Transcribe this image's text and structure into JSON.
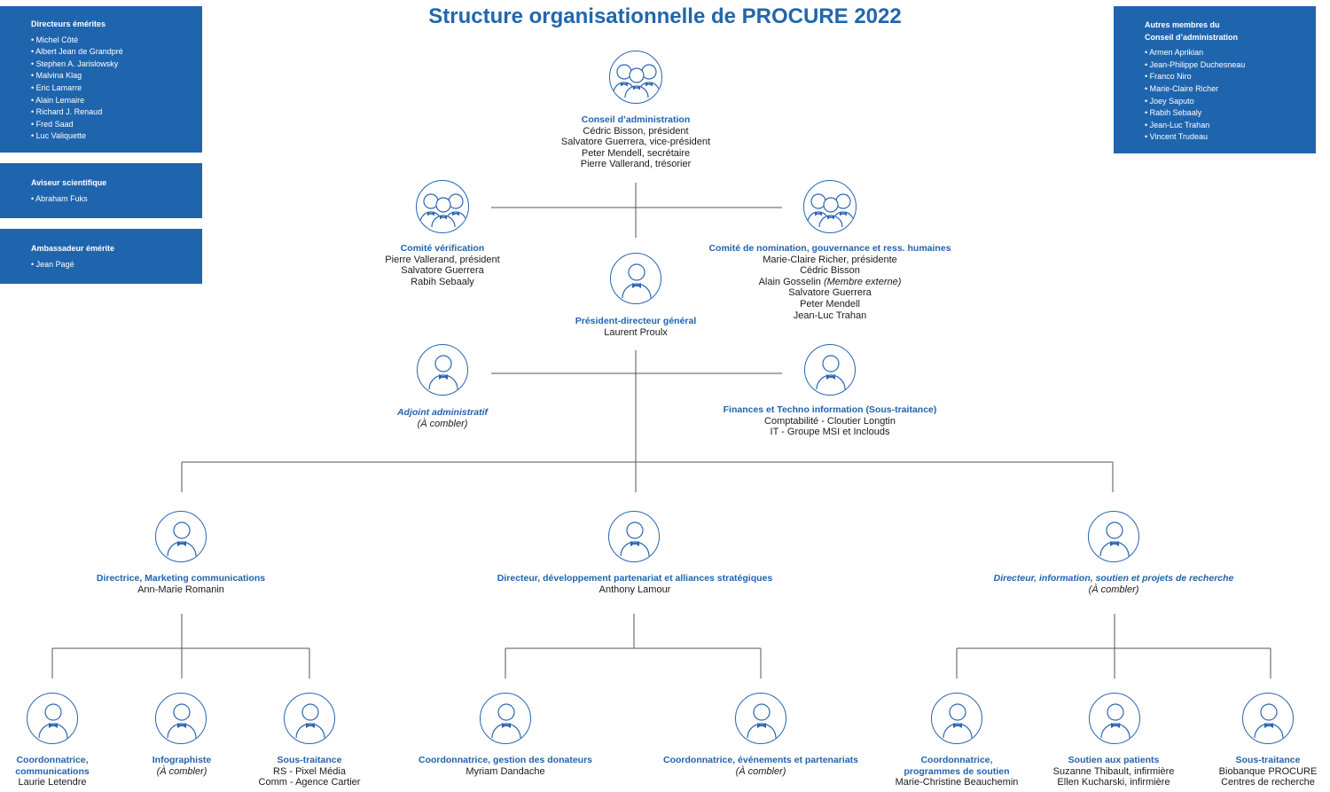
{
  "title": "Structure organisationnelle de PROCURE 2022",
  "colors": {
    "accent": "#2063ad",
    "panel": "#1f65ae",
    "line": "#555555"
  },
  "panels": {
    "directeurs": {
      "heading": "Directeurs émérites",
      "items": [
        "Michel Côté",
        "Albert Jean de Grandpré",
        "Stephen A. Jarislowsky",
        "Malvina Klag",
        "Eric Lamarre",
        "Alain Lemaire",
        "Richard J. Renaud",
        "Fred Saad",
        "Luc Valiquette"
      ]
    },
    "aviseur": {
      "heading": "Aviseur scientifique",
      "items": [
        "Abraham Fuks"
      ]
    },
    "ambassadeur": {
      "heading": "Ambassadeur émérite",
      "items": [
        "Jean Pagé"
      ]
    },
    "autres": {
      "heading_line1": "Autres membres du",
      "heading_line2": "Conseil d’administration",
      "items": [
        "Armen Aprikian",
        "Jean-Philippe Duchesneau",
        "Franco Niro",
        "Marie-Claire Richer",
        "Joey Saputo",
        "Rabih Sebaaly",
        "Jean-Luc Trahan",
        "Vincent Trudeau"
      ]
    }
  },
  "nodes": {
    "conseil": {
      "title": "Conseil d’administration",
      "lines": [
        "Cédric Bisson, président",
        "Salvatore Guerrera, vice-président",
        "Peter Mendell, secrétaire",
        "Pierre Vallerand, trésorier"
      ]
    },
    "verification": {
      "title": "Comité vérification",
      "lines": [
        "Pierre Vallerand, président",
        "Salvatore Guerrera",
        "Rabih Sebaaly"
      ]
    },
    "nomination": {
      "title": "Comité de nomination, gouvernance et ress. humaines",
      "line1": "Marie-Claire Richer, présidente",
      "line2": "Cédric Bisson",
      "line3_name": "Alain Gosselin ",
      "line3_note": "(Membre externe)",
      "line4": "Salvatore Guerrera",
      "line5": "Peter Mendell",
      "line6": "Jean-Luc Trahan"
    },
    "pdg": {
      "title": "Président-directeur général",
      "lines": [
        "Laurent Proulx"
      ]
    },
    "adjoint": {
      "title": "Adjoint administratif",
      "lines": [
        "(À combler)"
      ]
    },
    "finances": {
      "title": "Finances et Techno information (Sous-traitance)",
      "lines": [
        "Comptabilité - Cloutier Longtin",
        "IT - Groupe MSI et Inclouds"
      ]
    },
    "marketing": {
      "title": "Directrice, Marketing communications",
      "lines": [
        "Ann-Marie Romanin"
      ]
    },
    "developpement": {
      "title": "Directeur, développement partenariat et alliances stratégiques",
      "lines": [
        "Anthony Lamour"
      ]
    },
    "information": {
      "title": "Directeur, information, soutien et projets de recherche",
      "lines": [
        "(À combler)"
      ]
    },
    "coord_comm": {
      "title_line1": "Coordonnatrice,",
      "title_line2": "communications",
      "lines": [
        "Laurie Letendre"
      ]
    },
    "infographiste": {
      "title": "Infographiste",
      "lines": [
        "(À combler)"
      ]
    },
    "soustraitance1": {
      "title": "Sous-traitance",
      "lines": [
        "RS - Pixel Média",
        "Comm - Agence Cartier"
      ]
    },
    "coord_donateurs": {
      "title": "Coordonnatrice, gestion des donateurs",
      "lines": [
        "Myriam Dandache"
      ]
    },
    "coord_evenements": {
      "title": "Coordonnatrice, événements et partenariats",
      "lines": [
        "(À combler)"
      ]
    },
    "coord_programmes": {
      "title_line1": "Coordonnatrice,",
      "title_line2": "programmes de soutien",
      "lines": [
        "Marie-Christine Beauchemin"
      ]
    },
    "soutien": {
      "title": "Soutien aux patients",
      "lines": [
        "Suzanne Thibault, infirmière",
        "Ellen Kucharski, infirmière"
      ]
    },
    "soustraitance2": {
      "title": "Sous-traitance",
      "lines": [
        "Biobanque PROCURE",
        "Centres de recherche"
      ]
    }
  }
}
